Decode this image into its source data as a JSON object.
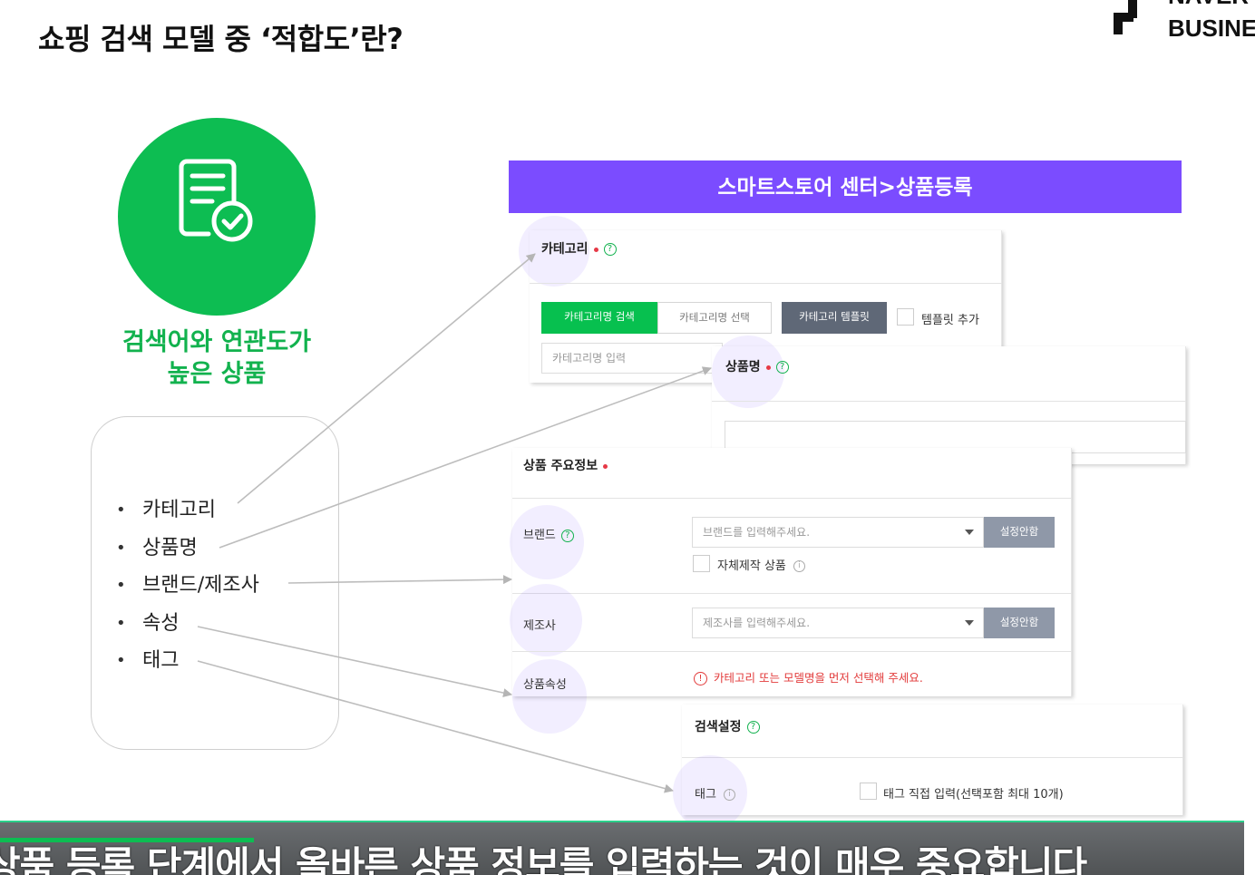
{
  "slide": {
    "title": "쇼핑 검색 모델 중 ‘적합도’란?",
    "logo_line1": "NAVER",
    "logo_line2": "BUSINE"
  },
  "left_panel": {
    "icon": "document-check-icon",
    "caption_line1": "검색어와 연관도가",
    "caption_line2": "높은 상품",
    "items": [
      "카테고리",
      "상품명",
      "브랜드/제조사",
      "속성",
      "태그"
    ]
  },
  "store": {
    "header": "스마트스토어 센터>상품등록",
    "category": {
      "label": "카테고리",
      "search_button": "카테고리명 검색",
      "select_button": "카테고리명 선택",
      "template_button": "카테고리 템플릿",
      "template_add_label": "템플릿 추가",
      "input_placeholder": "카테고리명 입력"
    },
    "product_name": {
      "label": "상품명"
    },
    "main_info": {
      "label": "상품 주요정보",
      "brand_label": "브랜드",
      "brand_placeholder": "브랜드를 입력해주세요.",
      "brand_button": "설정안함",
      "own_product_label": "자체제작 상품",
      "maker_label": "제조사",
      "maker_placeholder": "제조사를 입력해주세요.",
      "maker_button": "설정안함",
      "attribute_label": "상품속성",
      "error_message": "카테고리 또는 모델명을 먼저 선택해 주세요."
    },
    "search_settings": {
      "label": "검색설정",
      "tag_label": "태그",
      "tag_direct_label": "태그 직접 입력(선택포함 최대 10개)"
    }
  },
  "subtitle": {
    "text": "상품 등록 단계에서 올바른 상품 정보를 입력하는 것이 매우 중요합니다"
  },
  "colors": {
    "brand_green": "#0dbd52",
    "header_purple": "#7b4cff",
    "error_red": "#e23a3a"
  }
}
